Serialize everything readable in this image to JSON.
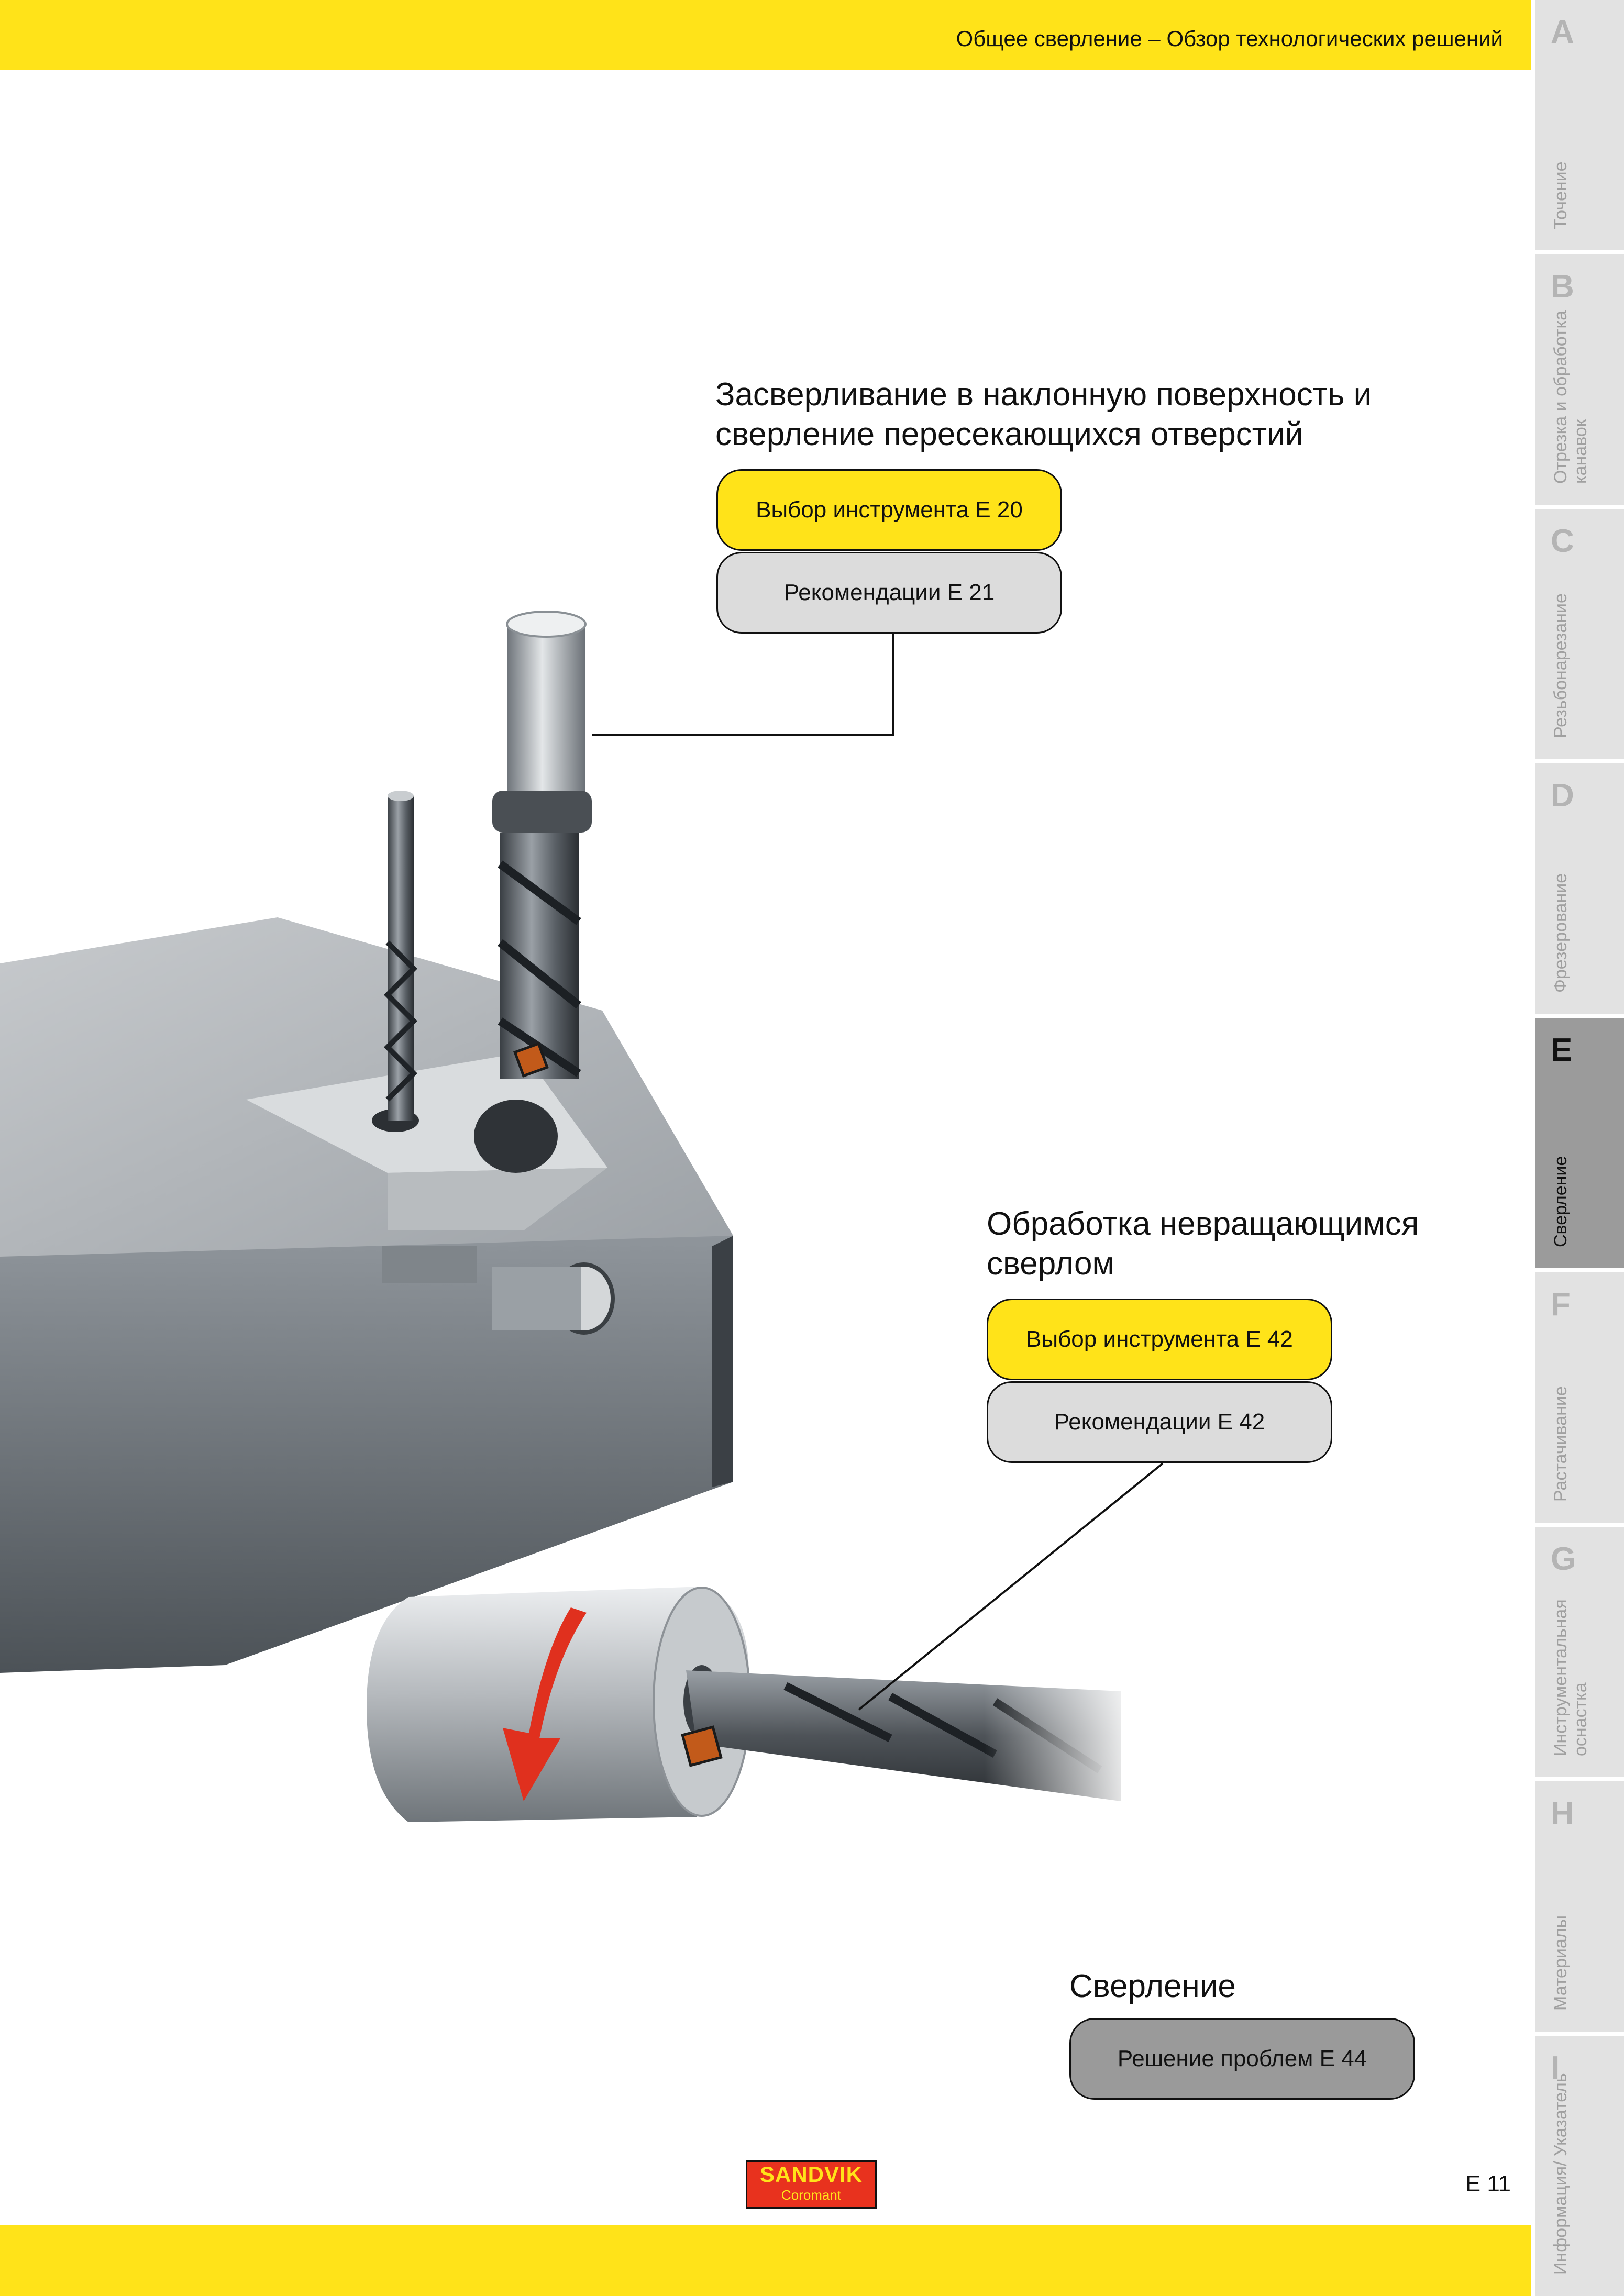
{
  "header": {
    "title": "Общее сверление – Обзор технологических решений"
  },
  "sidebar": {
    "tabs": [
      {
        "letter": "A",
        "label": "Точение",
        "active": false
      },
      {
        "letter": "B",
        "label": "Отрезка и обработка канавок",
        "active": false
      },
      {
        "letter": "C",
        "label": "Резьбонарезание",
        "active": false
      },
      {
        "letter": "D",
        "label": "Фрезерование",
        "active": false
      },
      {
        "letter": "E",
        "label": "Сверление",
        "active": true
      },
      {
        "letter": "F",
        "label": "Растачивание",
        "active": false
      },
      {
        "letter": "G",
        "label": "Инструментальная оснастка",
        "active": false
      },
      {
        "letter": "H",
        "label": "Материалы",
        "active": false
      },
      {
        "letter": "I",
        "label": "Информация/ Указатель",
        "active": false
      }
    ]
  },
  "sections": [
    {
      "title_line1": "Засверливание в наклонную поверхность и",
      "title_line2": "сверление пересекающихся отверстий",
      "tool_selection": "Выбор инструмента E 20",
      "recommendations": "Рекомендации E 21"
    },
    {
      "title_line1": "Обработка невращающимся",
      "title_line2": "сверлом",
      "tool_selection": "Выбор инструмента E 42",
      "recommendations": "Рекомендации E 42"
    },
    {
      "title_line1": "Сверление",
      "troubleshooting": "Решение проблем E 44"
    }
  ],
  "logo": {
    "brand": "SANDVIK",
    "sub": "Coromant"
  },
  "page_number": "E 11",
  "colors": {
    "accent_yellow": "#ffe319",
    "tab_gray": "#e2e2e2",
    "tab_active": "#9b9b9b",
    "logo_red": "#e8321e"
  }
}
